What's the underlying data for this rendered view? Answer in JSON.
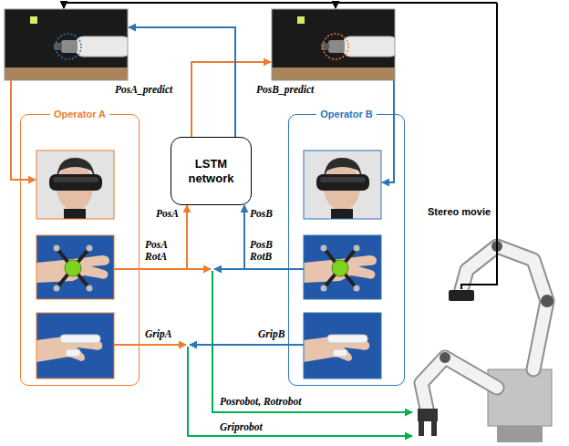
{
  "diagram": {
    "nodes": [
      {
        "text": [
          "Operator A"
        ]
      },
      {
        "text": [
          "LSTM network"
        ]
      },
      {
        "text": [
          "Operator B"
        ]
      }
    ],
    "edges": [
      {
        "from": 0,
        "to": 1,
        "label": "PosA",
        "arrow": "to"
      },
      {
        "from": 2,
        "to": 1,
        "label": "PosB",
        "arrow": "to"
      }
    ],
    "labels": [
      "PosA_predict",
      "PosB_predict",
      "PosA RotA",
      "PosB RotB",
      "GripA",
      "GripB",
      "Posrobot, Rotrobot",
      "Griprobot",
      "Stereo movie"
    ]
  }
}
